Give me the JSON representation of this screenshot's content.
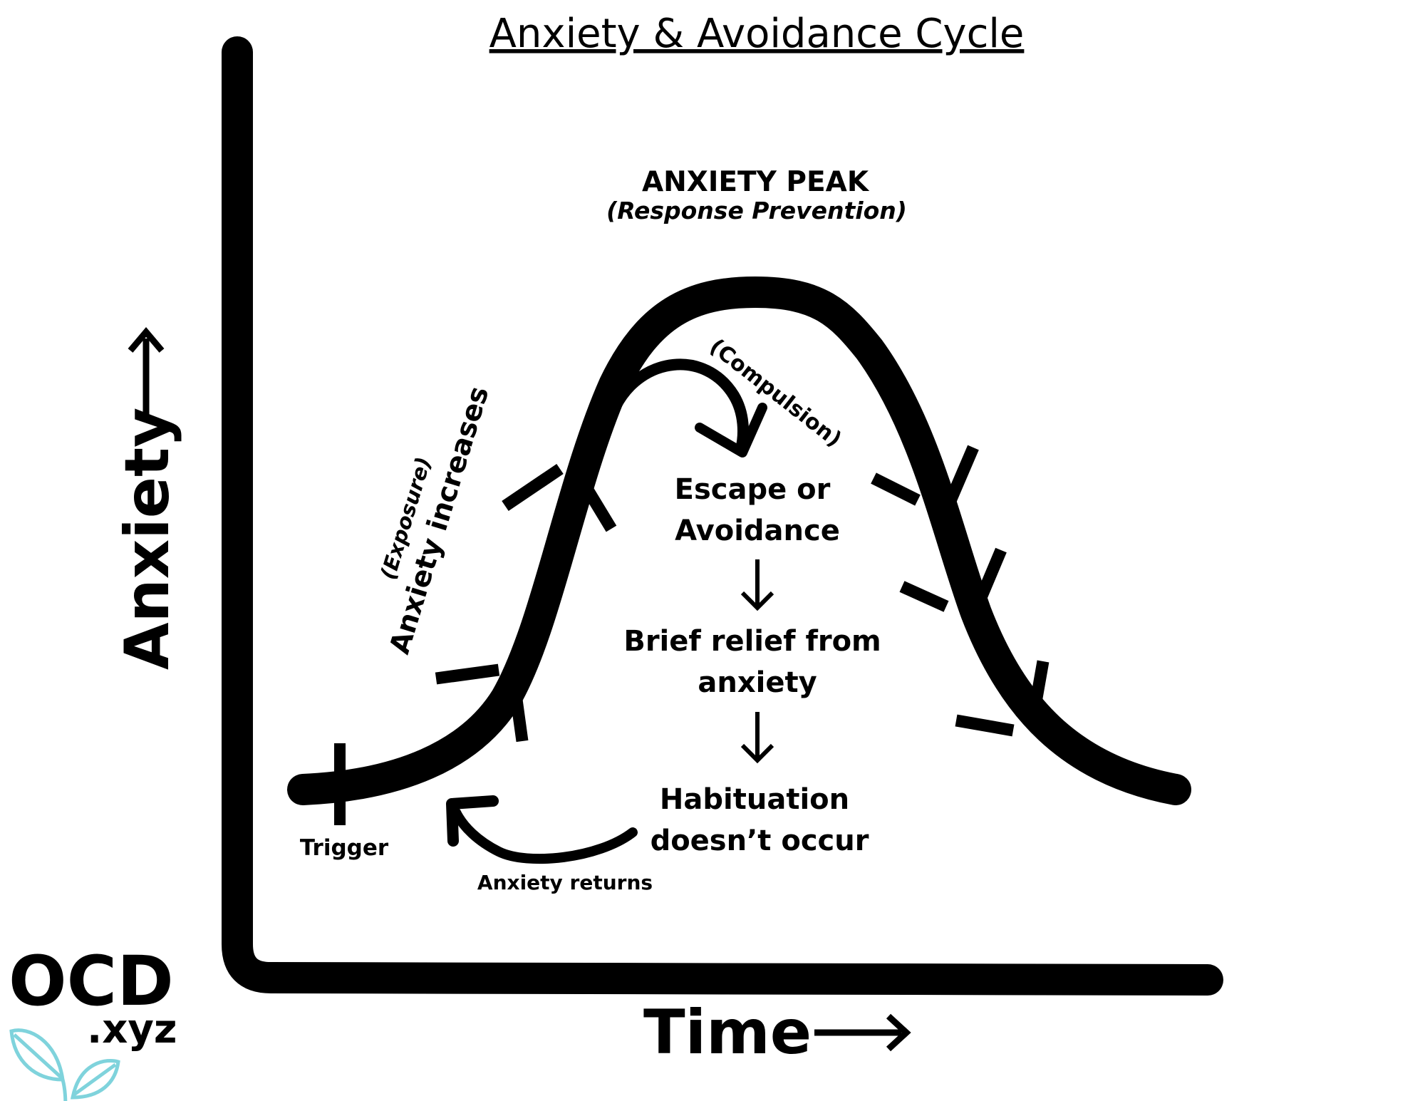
{
  "title": "Anxiety & Avoidance Cycle",
  "peak": {
    "label": "ANXIETY PEAK",
    "sublabel": "(Response Prevention)"
  },
  "axes": {
    "y_label": "Anxiety",
    "x_label": "Time"
  },
  "rising_labels": {
    "main": "Anxiety increases",
    "sub": "(Exposure)"
  },
  "compulsion_label": "(Compulsion)",
  "flow": {
    "escape_line1": "Escape or",
    "escape_line2": "Avoidance",
    "relief_line1": "Brief relief from",
    "relief_line2": "anxiety",
    "habituation_line1": "Habituation",
    "habituation_line2": "doesn’t occur"
  },
  "trigger_label": "Trigger",
  "returns_label": "Anxiety returns",
  "logo": {
    "main": "OCD",
    "domain": ".xyz",
    "leaf_color": "#7fd3dc"
  }
}
